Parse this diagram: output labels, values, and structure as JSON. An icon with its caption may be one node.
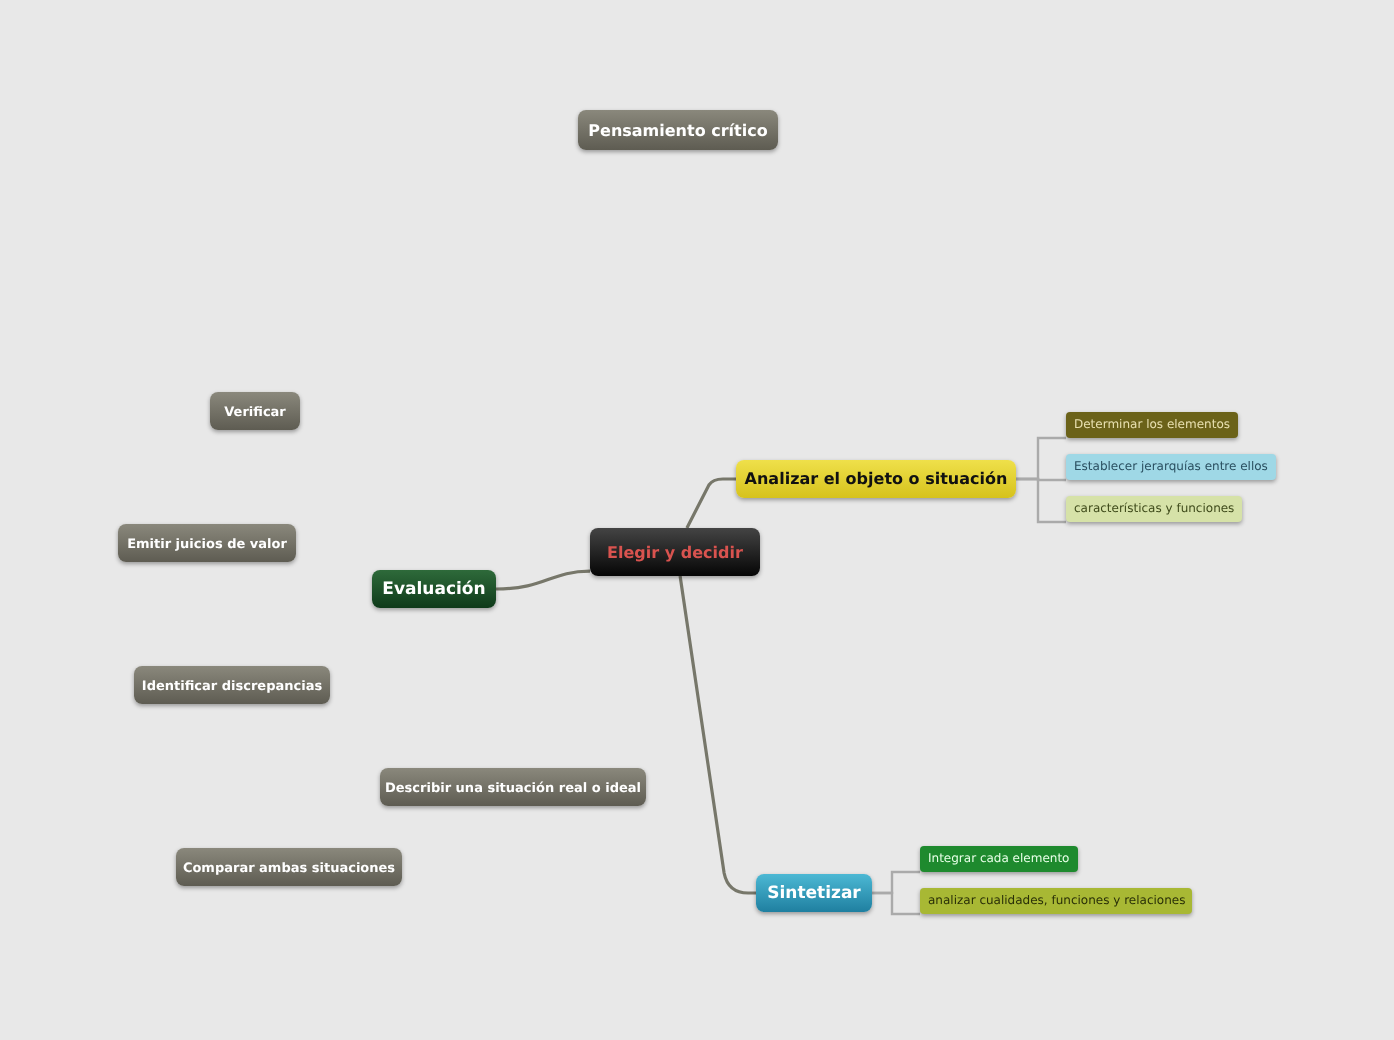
{
  "diagram": {
    "nodes": [
      {
        "text": [
          "Pensamiento crítico"
        ]
      },
      {
        "text": [
          "Verificar"
        ]
      },
      {
        "text": [
          "Analizar el objeto o situación"
        ]
      },
      {
        "text": [
          "Determinar los elementos"
        ]
      },
      {
        "text": [
          "Establecer jerarquías entre ellos"
        ]
      },
      {
        "text": [
          "características y funciones"
        ]
      },
      {
        "text": [
          "Emitir juicios de valor"
        ]
      },
      {
        "text": [
          "Elegir y decidir"
        ]
      },
      {
        "text": [
          "Evaluación"
        ]
      },
      {
        "text": [
          "Identificar discrepancias"
        ]
      },
      {
        "text": [
          "Describir una situación real o ideal"
        ]
      },
      {
        "text": [
          "Integrar cada elemento"
        ]
      },
      {
        "text": [
          "Comparar ambas situaciones"
        ]
      },
      {
        "text": [
          "Sintetizar"
        ]
      },
      {
        "text": [
          "analizar cualidades, funciones y relaciones"
        ]
      }
    ],
    "edges": [
      {
        "from": 7,
        "to": 2,
        "arrow": "none"
      },
      {
        "from": 7,
        "to": 8,
        "arrow": "none"
      },
      {
        "from": 7,
        "to": 13,
        "arrow": "none"
      },
      {
        "from": 2,
        "to": 3,
        "arrow": "none"
      },
      {
        "from": 2,
        "to": 4,
        "arrow": "none"
      },
      {
        "from": 2,
        "to": 5,
        "arrow": "none"
      },
      {
        "from": 13,
        "to": 11,
        "arrow": "none"
      },
      {
        "from": 13,
        "to": 14,
        "arrow": "none"
      }
    ]
  }
}
